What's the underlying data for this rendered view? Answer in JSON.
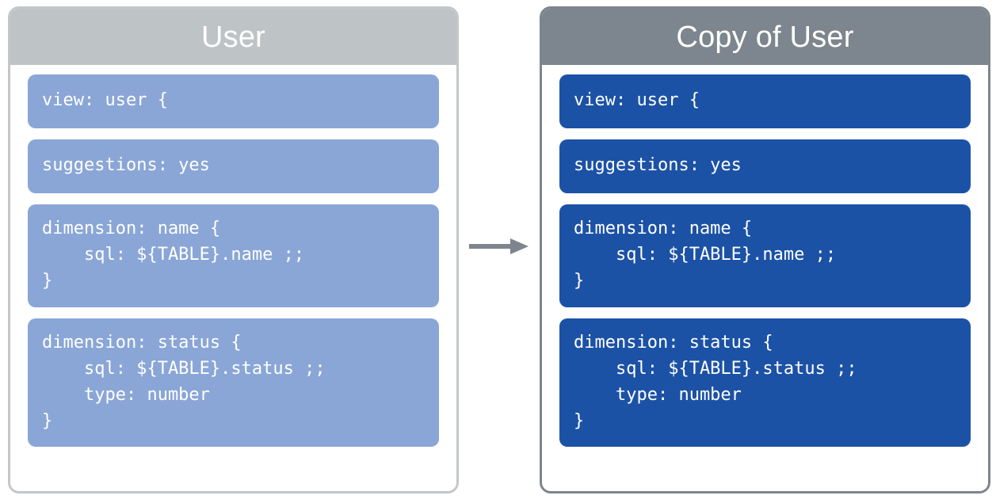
{
  "diagram": {
    "type": "before-after-copy",
    "connector": {
      "icon": "arrow-right-icon",
      "color": "#7d858e",
      "direction": "left-to-right"
    },
    "panels": [
      {
        "id": "source",
        "title": "User",
        "header_color": "#bec3c6",
        "border_color": "#c3c7ca",
        "block_color": "#8aa6d6",
        "blocks": [
          {
            "id": "view",
            "text": "view: user {"
          },
          {
            "id": "suggestions",
            "text": "suggestions: yes"
          },
          {
            "id": "dimension-name",
            "text": "dimension: name {\n    sql: ${TABLE}.name ;;\n}"
          },
          {
            "id": "dimension-status",
            "text": "dimension: status {\n    sql: ${TABLE}.status ;;\n    type: number\n}"
          }
        ]
      },
      {
        "id": "copy",
        "title": "Copy of User",
        "header_color": "#7d858e",
        "border_color": "#7d858e",
        "block_color": "#1c52a5",
        "blocks": [
          {
            "id": "view",
            "text": "view: user {"
          },
          {
            "id": "suggestions",
            "text": "suggestions: yes"
          },
          {
            "id": "dimension-name",
            "text": "dimension: name {\n    sql: ${TABLE}.name ;;\n}"
          },
          {
            "id": "dimension-status",
            "text": "dimension: status {\n    sql: ${TABLE}.status ;;\n    type: number\n}"
          }
        ]
      }
    ]
  }
}
